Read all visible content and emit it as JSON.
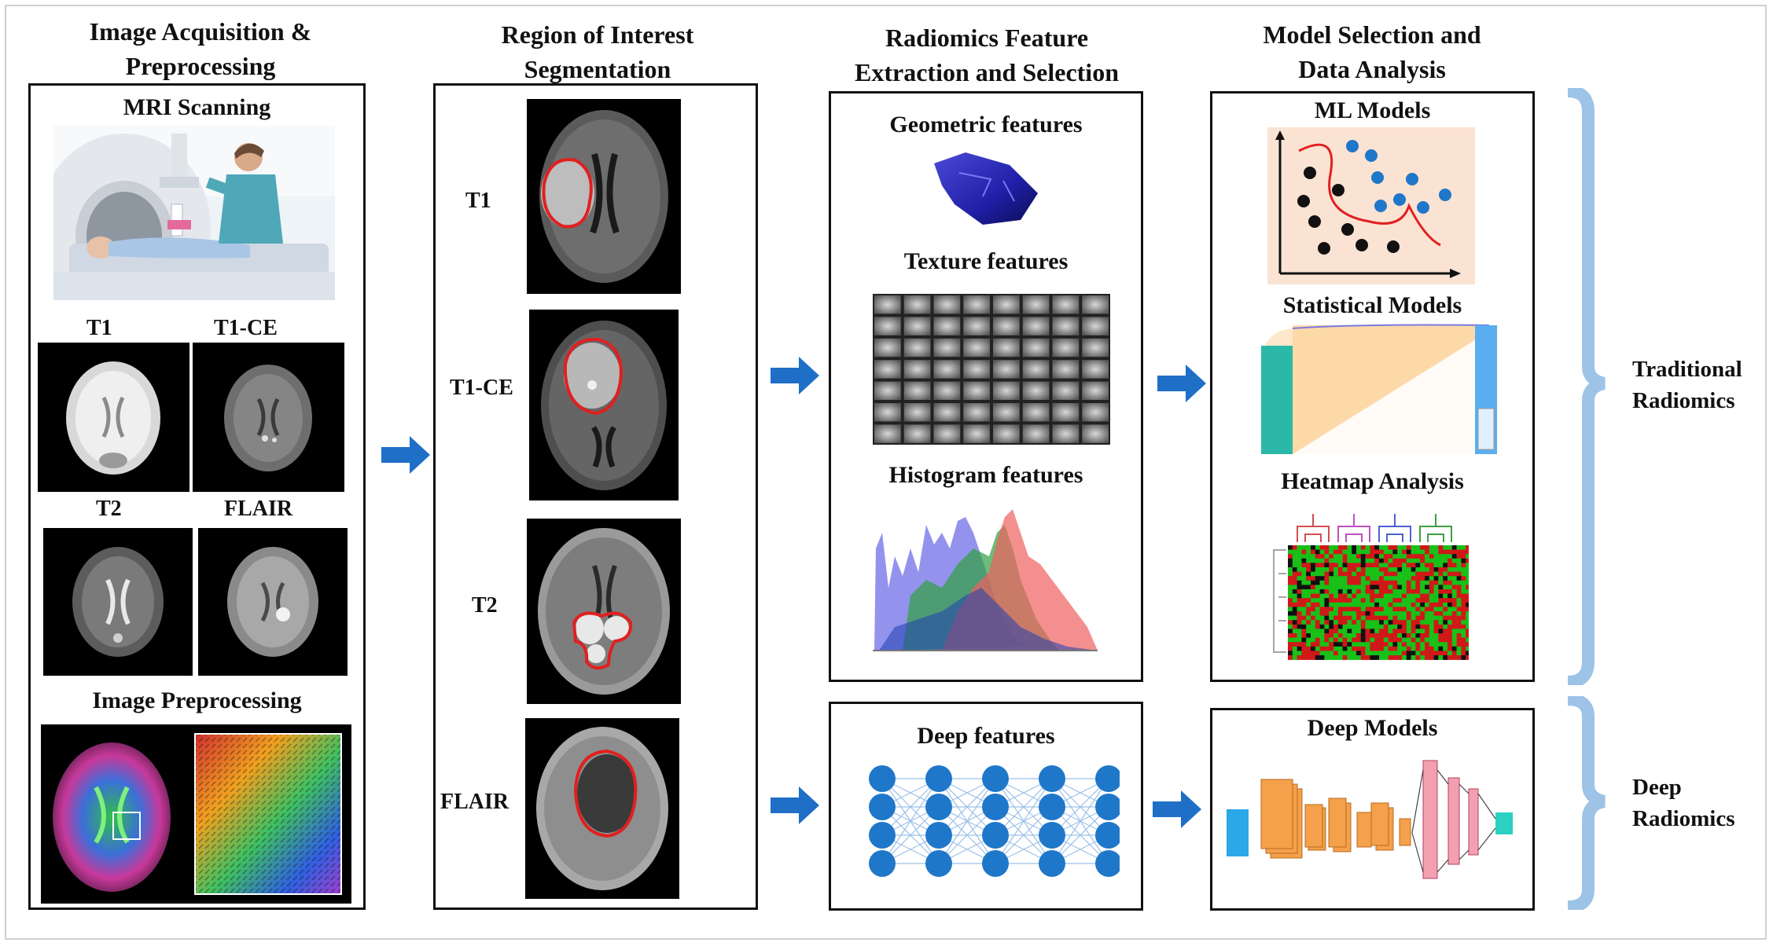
{
  "columns": [
    {
      "title_line1": "Image Acquisition &",
      "title_line2": "Preprocessing"
    },
    {
      "title_line1": "Region of Interest",
      "title_line2": "Segmentation"
    },
    {
      "title_line1": "Radiomics Feature",
      "title_line2": "Extraction and Selection"
    },
    {
      "title_line1": "Model Selection and",
      "title_line2": "Data Analysis"
    }
  ],
  "acquisition": {
    "mri_scanning": "MRI Scanning",
    "sequences": [
      "T1",
      "T1-CE",
      "T2",
      "FLAIR"
    ],
    "preprocessing": "Image Preprocessing"
  },
  "segmentation": {
    "sequences": [
      "T1",
      "T1-CE",
      "T2",
      "FLAIR"
    ]
  },
  "features": {
    "geometric": "Geometric features",
    "texture": "Texture features",
    "histogram": "Histogram features",
    "deep": "Deep features"
  },
  "models": {
    "ml": "ML Models",
    "statistical": "Statistical Models",
    "heatmap": "Heatmap Analysis",
    "deep": "Deep Models"
  },
  "braces": {
    "traditional_line1": "Traditional",
    "traditional_line2": "Radiomics",
    "deep_line1": "Deep",
    "deep_line2": "Radiomics"
  },
  "colors": {
    "arrow": "#1f6fc7",
    "brace": "#9dc3e6",
    "contour": "#e02020",
    "node": "#1f77c9"
  }
}
